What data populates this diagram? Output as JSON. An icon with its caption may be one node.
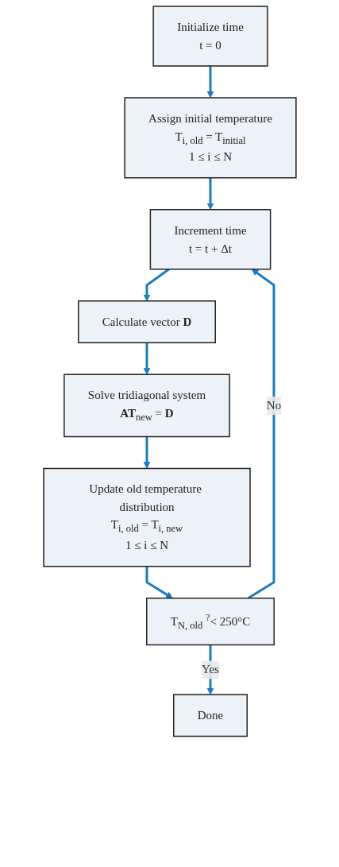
{
  "diagram": {
    "nodes": [
      {
        "text": [
          "Initialize time",
          "t = 0"
        ]
      },
      {
        "text": [
          "Assign initial temperature",
          "T$_{i, old}$ = T$_{initial}$",
          "1 ≤ i ≤ N"
        ]
      },
      {
        "text": [
          "Increment time",
          "t = t + Δt"
        ]
      },
      {
        "text": [
          "Calculate vector **D**"
        ]
      },
      {
        "text": [
          "Solve tridiagonal system",
          "**AT**$_{new}$ = **D**"
        ]
      },
      {
        "text": [
          "Update old temperature distribution",
          "T$_{i, old}$ = T$_{i, new}$",
          "1 ≤ i ≤ N"
        ]
      },
      {
        "text": [
          "T$_{N, old}$ $^{?}$< 250°C"
        ]
      },
      {
        "text": [
          "Done"
        ]
      }
    ],
    "edges": [
      {
        "from": 0,
        "to": 1,
        "arrow": "to"
      },
      {
        "from": 1,
        "to": 2,
        "arrow": "to"
      },
      {
        "from": 2,
        "to": 3,
        "arrow": "to"
      },
      {
        "from": 3,
        "to": 4,
        "arrow": "to"
      },
      {
        "from": 4,
        "to": 5,
        "arrow": "to"
      },
      {
        "from": 5,
        "to": 6,
        "arrow": "to"
      },
      {
        "from": 6,
        "to": 2,
        "arrow": "to",
        "label": "No"
      },
      {
        "from": 6,
        "to": 7,
        "arrow": "to",
        "label": "Yes"
      }
    ]
  }
}
